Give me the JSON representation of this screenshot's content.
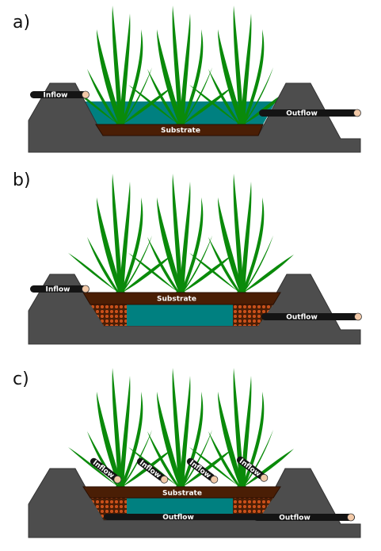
{
  "panels": [
    {
      "label": "a)",
      "inflow_label": "Inflow",
      "outflow_label": "Outflow",
      "substrate_label": "Substrate"
    },
    {
      "label": "b)",
      "inflow_label": "Inflow",
      "outflow_label": "Outflow",
      "substrate_label": "Substrate"
    },
    {
      "label": "c)",
      "inflow_labels": [
        "Inflow",
        "Inflow",
        "Inflow",
        "Inflow"
      ],
      "outflow_labels": [
        "Outflow",
        "Outflow"
      ],
      "substrate_label": "Substrate"
    }
  ],
  "colors": {
    "ground": "#4d4d4d",
    "water": "#008080",
    "substrate": "#4a1e05",
    "gravel": "#c8501a",
    "plant": "#0a8a0a",
    "pipe": "#141414",
    "pipe_end": "#f2c9a8"
  }
}
